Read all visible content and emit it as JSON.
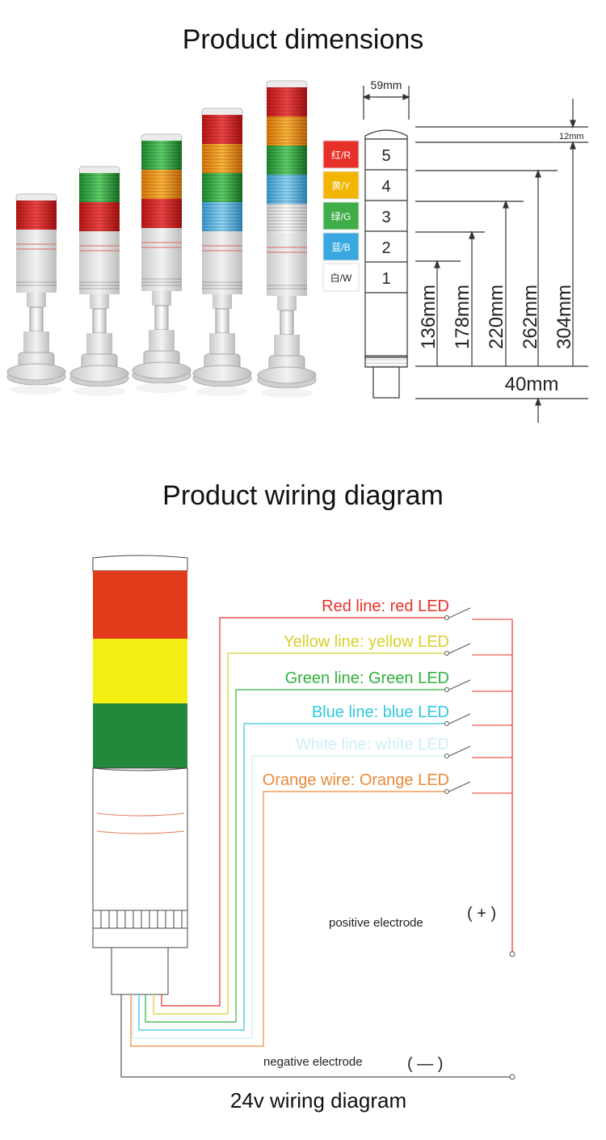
{
  "section1": {
    "title": "Product dimensions"
  },
  "section2": {
    "title": "Product wiring diagram",
    "footer": "24v wiring diagram"
  },
  "dimensions": {
    "width_label": "59mm",
    "cap_label": "12mm",
    "base_label": "40mm",
    "tiers": [
      {
        "num": "5",
        "tag": "红/R",
        "color": "#e8302a"
      },
      {
        "num": "4",
        "tag": "黄/Y",
        "color": "#f2b500"
      },
      {
        "num": "3",
        "tag": "绿/G",
        "color": "#3fae49"
      },
      {
        "num": "2",
        "tag": "蓝/B",
        "color": "#3aa8e0"
      },
      {
        "num": "1",
        "tag": "白/W",
        "color": "#ffffff"
      }
    ],
    "heights": [
      "136mm",
      "178mm",
      "220mm",
      "262mm",
      "304mm"
    ]
  },
  "wiring": {
    "lines": [
      {
        "label": "Red line: red LED",
        "color": "#e8302a"
      },
      {
        "label": "Yellow line: yellow LED",
        "color": "#d8d02a"
      },
      {
        "label": "Green line: Green LED",
        "color": "#2fb23c"
      },
      {
        "label": "Blue line: blue LED",
        "color": "#30c8e0"
      },
      {
        "label": "White line: white LED",
        "color": "#cfeff5"
      },
      {
        "label": "Orange wire: Orange LED",
        "color": "#ea8a3a"
      }
    ],
    "positive": "positive electrode",
    "positive_sign": "( + )",
    "negative": "negative electrode",
    "negative_sign": "( — )"
  },
  "colors": {
    "red": "#e23b1c",
    "yellow": "#f4ee12",
    "green": "#22883a",
    "body": "#e4e4e4",
    "wire_main": "#e8302a"
  }
}
